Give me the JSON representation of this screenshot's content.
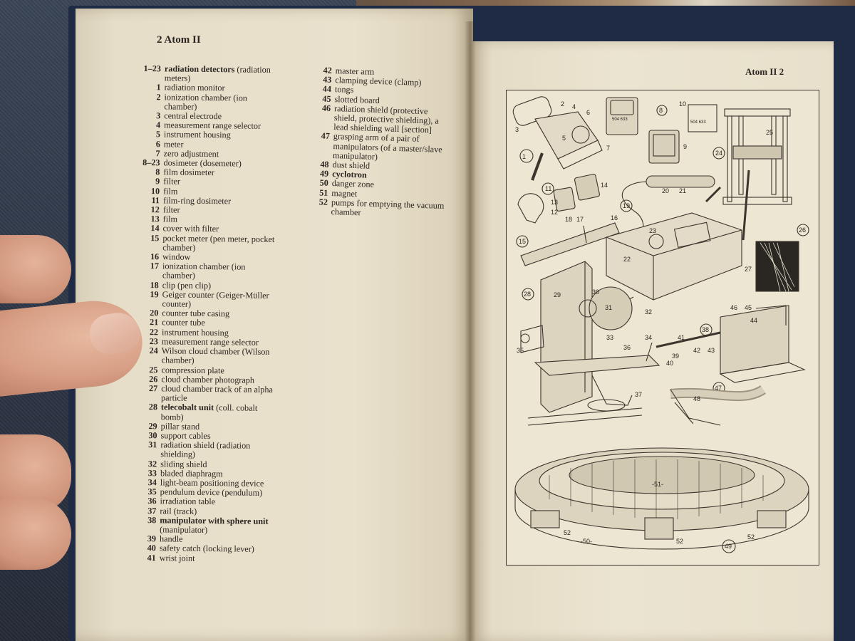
{
  "left_page": {
    "heading": "2 Atom II",
    "column1": [
      {
        "num": "1–23",
        "text": "radiation detectors",
        "suffix": " (radiation",
        "bold": true
      },
      {
        "num": "",
        "text": "meters)"
      },
      {
        "num": "1",
        "text": "radiation monitor"
      },
      {
        "num": "2",
        "text": "ionization chamber (ion"
      },
      {
        "num": "",
        "text": "chamber)"
      },
      {
        "num": "3",
        "text": "central electrode"
      },
      {
        "num": "4",
        "text": "measurement range selector"
      },
      {
        "num": "5",
        "text": "instrument housing"
      },
      {
        "num": "6",
        "text": "meter"
      },
      {
        "num": "7",
        "text": "zero adjustment"
      },
      {
        "num": "8–23",
        "text": "dosimeter (dosemeter)"
      },
      {
        "num": "8",
        "text": "film dosimeter"
      },
      {
        "num": "9",
        "text": "filter"
      },
      {
        "num": "10",
        "text": "film"
      },
      {
        "num": "11",
        "text": "film-ring dosimeter"
      },
      {
        "num": "12",
        "text": "filter"
      },
      {
        "num": "13",
        "text": "film"
      },
      {
        "num": "14",
        "text": "cover with filter"
      },
      {
        "num": "15",
        "text": "pocket meter (pen meter, pocket"
      },
      {
        "num": "",
        "text": "chamber)"
      },
      {
        "num": "16",
        "text": "window"
      },
      {
        "num": "17",
        "text": "ionization chamber (ion"
      },
      {
        "num": "",
        "text": "chamber)"
      },
      {
        "num": "18",
        "text": "clip (pen clip)"
      },
      {
        "num": "19",
        "text": "Geiger counter (Geiger-Müller"
      },
      {
        "num": "",
        "text": "counter)"
      },
      {
        "num": "20",
        "text": "counter tube casing"
      },
      {
        "num": "21",
        "text": "counter tube"
      },
      {
        "num": "22",
        "text": "instrument housing"
      },
      {
        "num": "23",
        "text": "measurement range selector"
      },
      {
        "num": "24",
        "text": "Wilson cloud chamber (Wilson"
      },
      {
        "num": "",
        "text": "chamber)"
      },
      {
        "num": "25",
        "text": "compression plate"
      },
      {
        "num": "26",
        "text": "cloud chamber photograph"
      },
      {
        "num": "27",
        "text": "cloud chamber track of an alpha"
      },
      {
        "num": "",
        "text": "particle"
      },
      {
        "num": "28",
        "text": "telecobalt unit",
        "suffix": " (coll. cobalt",
        "bold": true
      },
      {
        "num": "",
        "text": "bomb)"
      },
      {
        "num": "29",
        "text": "pillar stand"
      },
      {
        "num": "30",
        "text": "support cables"
      },
      {
        "num": "31",
        "text": "radiation shield (radiation"
      },
      {
        "num": "",
        "text": "shielding)"
      },
      {
        "num": "32",
        "text": "sliding shield"
      },
      {
        "num": "33",
        "text": "bladed diaphragm"
      },
      {
        "num": "34",
        "text": "light-beam positioning device"
      },
      {
        "num": "35",
        "text": "pendulum device (pendulum)"
      },
      {
        "num": "36",
        "text": "irradiation table"
      },
      {
        "num": "37",
        "text": "rail (track)"
      },
      {
        "num": "38",
        "text": "manipulator with sphere unit",
        "bold": true
      },
      {
        "num": "",
        "text": "(manipulator)"
      },
      {
        "num": "39",
        "text": "handle"
      },
      {
        "num": "40",
        "text": "safety catch (locking lever)"
      },
      {
        "num": "41",
        "text": "wrist joint"
      }
    ],
    "column2": [
      {
        "num": "42",
        "text": "master arm"
      },
      {
        "num": "43",
        "text": "clamping device (clamp)"
      },
      {
        "num": "44",
        "text": "tongs"
      },
      {
        "num": "45",
        "text": "slotted board"
      },
      {
        "num": "46",
        "text": "radiation shield (protective"
      },
      {
        "num": "",
        "text": "shield, protective shielding), a"
      },
      {
        "num": "",
        "text": "lead shielding wall [section]"
      },
      {
        "num": "47",
        "text": "grasping arm of a pair of"
      },
      {
        "num": "",
        "text": "manipulators (of a master/slave"
      },
      {
        "num": "",
        "text": "manipulator)"
      },
      {
        "num": "48",
        "text": "dust shield"
      },
      {
        "num": "49",
        "text": "cyclotron",
        "bold": true
      },
      {
        "num": "50",
        "text": "danger zone"
      },
      {
        "num": "51",
        "text": "magnet"
      },
      {
        "num": "52",
        "text": "pumps for emptying the vacuum"
      },
      {
        "num": "",
        "text": "chamber"
      }
    ]
  },
  "right_page": {
    "heading": "Atom II 2",
    "figure_labels": {
      "l1": "1",
      "l2": "2",
      "l3": "3",
      "l4": "4",
      "l5": "5",
      "l6": "6",
      "l7": "7",
      "l8": "8",
      "l9": "9",
      "l10": "10",
      "l11": "11",
      "l12": "12",
      "l13": "13",
      "l14": "14",
      "l15": "15",
      "l16": "16",
      "l17": "17",
      "l18": "18",
      "l19": "19",
      "l20": "20",
      "l21": "21",
      "l22": "22",
      "l23": "23",
      "l24": "24",
      "l25": "25",
      "l26": "26",
      "l27": "27",
      "l28": "28",
      "l29": "29",
      "l30": "30",
      "l31": "31",
      "l32": "32",
      "l33": "33",
      "l34": "34",
      "l35": "35",
      "l36": "36",
      "l37": "37",
      "l38": "38",
      "l39": "39",
      "l40": "40",
      "l41": "41",
      "l42": "42",
      "l43": "43",
      "l44": "44",
      "l45": "45",
      "l46": "46",
      "l47": "47",
      "l48": "48",
      "l49": "49",
      "l50": "-50-",
      "l51": "-51-",
      "l52a": "52",
      "l52b": "52",
      "l52c": "52",
      "film_code_1": "504 633",
      "film_code_2": "504 633"
    }
  },
  "colors": {
    "paper": "#e9e1cc",
    "ink": "#2b2622",
    "cover": "#1f2a44"
  }
}
